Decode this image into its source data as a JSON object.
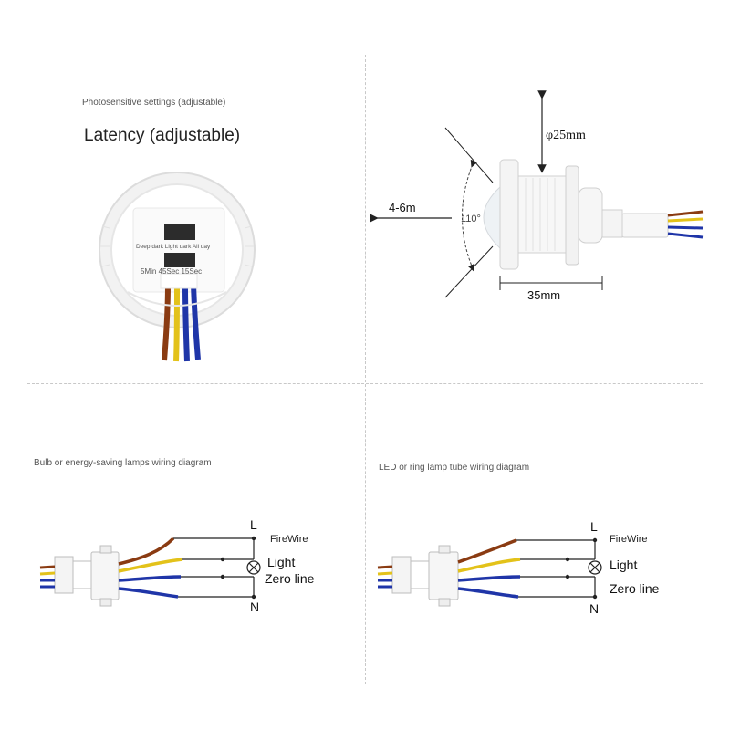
{
  "colors": {
    "brown": "#8a3b12",
    "yellow": "#e3c21a",
    "blue": "#1f35a8",
    "divider": "#c8c8c8",
    "line": "#222222"
  },
  "top_left": {
    "photosensitive_label": "Photosensitive settings (adjustable)",
    "latency_label": "Latency (adjustable)",
    "knob1_text": "Deep dark Light dark All day",
    "knob2_text": "5Min 45Sec 15Sec"
  },
  "top_right": {
    "diameter_label": "φ25mm",
    "range_label": "4-6m",
    "angle_label": "110°",
    "length_label": "35mm"
  },
  "bottom_left": {
    "title": "Bulb or energy-saving lamps wiring diagram",
    "terminal_L": "L",
    "firewire": "FireWire",
    "light": "Light",
    "zero_line": "Zero line",
    "terminal_N": "N"
  },
  "bottom_right": {
    "title": "LED or ring lamp tube wiring diagram",
    "terminal_L": "L",
    "firewire": "FireWire",
    "light": "Light",
    "zero_line": "Zero line",
    "terminal_N": "N"
  }
}
